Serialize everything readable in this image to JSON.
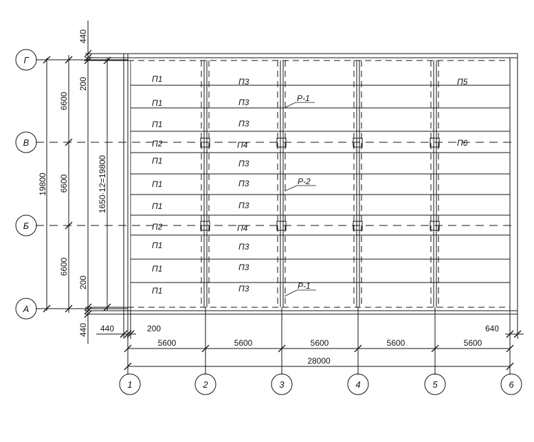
{
  "axes": {
    "rows": [
      "Г",
      "В",
      "Б",
      "А"
    ],
    "columns": [
      "1",
      "2",
      "3",
      "4",
      "5",
      "6"
    ]
  },
  "dimensions": {
    "left_total": "19800",
    "left_spans": [
      "6600",
      "6600",
      "6600"
    ],
    "left_edge_top": "200",
    "left_edge_bottom": "200",
    "offset_top": "440",
    "offset_bottom": "440",
    "slab_sum": "1650·12=19800",
    "bottom_left_offset": "440",
    "bottom_left_inner": "200",
    "bottom_right_offset": "640",
    "bottom_spans": [
      "5600",
      "5600",
      "5600",
      "5600",
      "5600"
    ],
    "bottom_total": "28000"
  },
  "slabs": {
    "col1": [
      "П1",
      "П1",
      "П1",
      "П2",
      "П1",
      "П1",
      "П1",
      "П2",
      "П1",
      "П1",
      "П1"
    ],
    "col2": [
      "П3",
      "П3",
      "П3",
      "П4",
      "П3",
      "П3",
      "П3",
      "П4",
      "П3",
      "П3",
      "П3"
    ],
    "col5": [
      "П5",
      "П6"
    ]
  },
  "girders": [
    "Р-1",
    "Р-2",
    "Р-1"
  ]
}
